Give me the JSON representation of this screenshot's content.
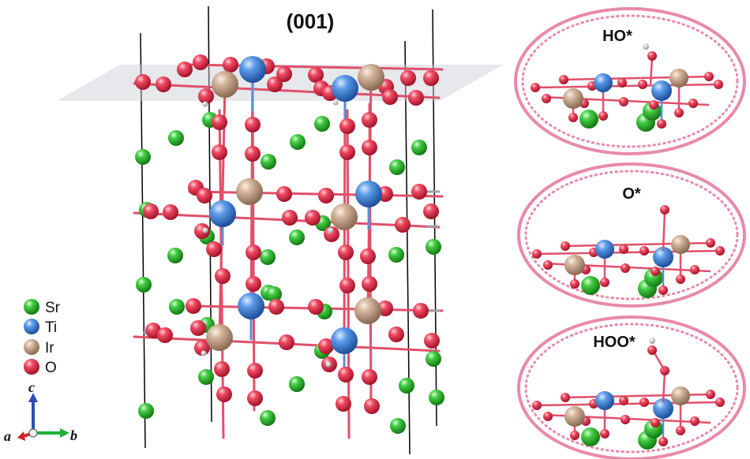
{
  "figure": {
    "plane_label": "(001)",
    "insets": [
      {
        "label": "HO*"
      },
      {
        "label": "O*"
      },
      {
        "label": "HOO*"
      }
    ],
    "legend": [
      {
        "label": "Sr",
        "color": "#3cc83c"
      },
      {
        "label": "Ti",
        "color": "#4a90e2"
      },
      {
        "label": "Ir",
        "color": "#c9a88e"
      },
      {
        "label": "O",
        "color": "#e8324a"
      }
    ],
    "axes": {
      "a": "a",
      "b": "b",
      "c": "c"
    },
    "colors": {
      "bond": "#e0506a",
      "ti_bond": "#5b8fd9",
      "frame": "#000000",
      "inset_border": "#e88aa8",
      "plane": "#c8ccd4"
    }
  }
}
